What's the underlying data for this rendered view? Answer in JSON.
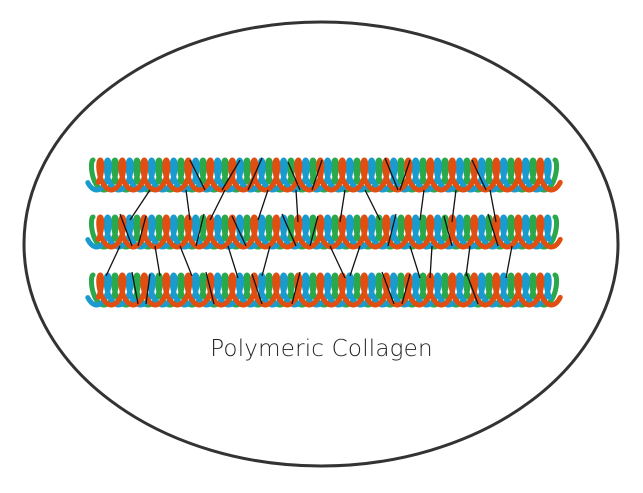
{
  "caption": "Polymeric Collagen",
  "colors": {
    "strand_red": "#e04e12",
    "strand_green": "#2aa84a",
    "strand_blue": "#1a9bd0",
    "crosslink": "#111111",
    "outline": "#333333"
  },
  "diagram": {
    "type": "collagen-triple-helix-fibrils",
    "fibril_count": 3,
    "strands_per_fibril": 3,
    "strand_order": [
      "strand_green",
      "strand_blue",
      "strand_red"
    ]
  }
}
